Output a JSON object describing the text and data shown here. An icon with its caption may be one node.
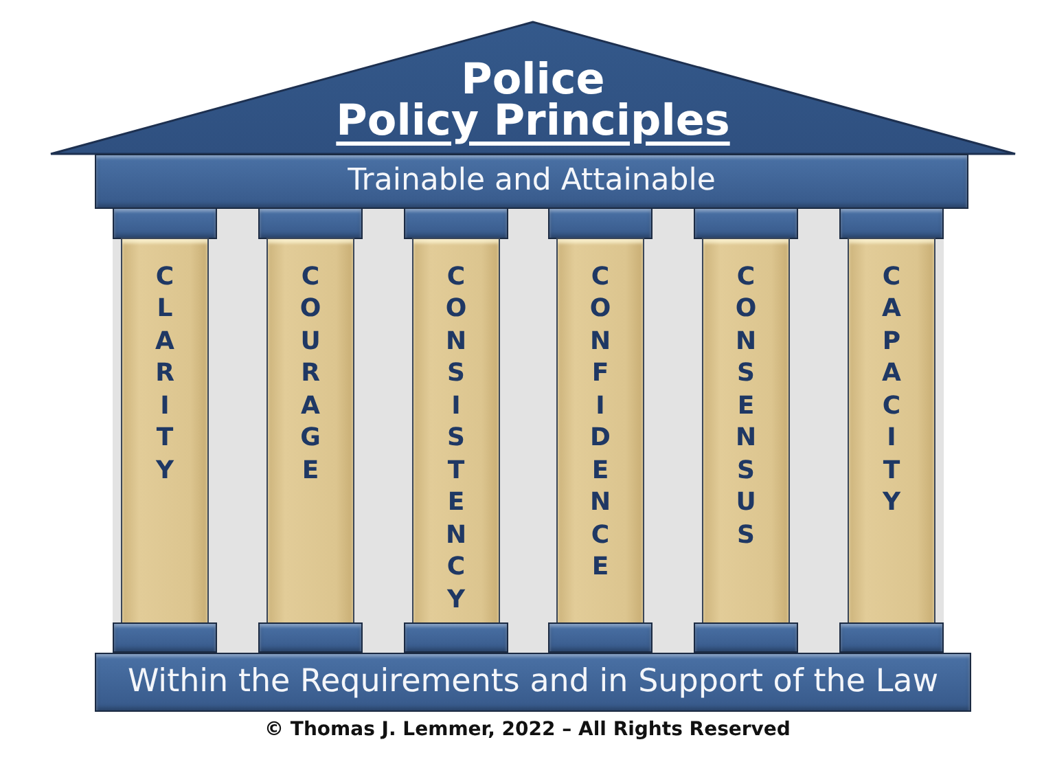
{
  "diagram": {
    "nodes": [
      {
        "text": [
          "Police",
          "Policy Principles"
        ]
      },
      {
        "text": [
          "Trainable and Attainable"
        ]
      },
      {
        "text": [],
        "shape": "box"
      },
      {
        "text": [],
        "shape": "box"
      },
      {
        "text": [],
        "shape": "box"
      },
      {
        "text": [],
        "shape": "box"
      },
      {
        "text": [],
        "shape": "box"
      },
      {
        "text": [],
        "shape": "box"
      },
      {
        "text": [
          "CLARITY"
        ]
      },
      {
        "text": [
          "COURAGE"
        ]
      },
      {
        "text": [
          "CONSISTENCY"
        ]
      },
      {
        "text": [
          "CONFIDENCE"
        ]
      },
      {
        "text": [
          "CONSENSUS"
        ]
      },
      {
        "text": [
          "CAPACITY"
        ]
      },
      {
        "text": [],
        "shape": "box"
      },
      {
        "text": [],
        "shape": "box"
      },
      {
        "text": [],
        "shape": "box"
      },
      {
        "text": [],
        "shape": "box"
      },
      {
        "text": [],
        "shape": "box"
      },
      {
        "text": [],
        "shape": "box"
      },
      {
        "text": [
          "Within the Requirements and in Support of the Law"
        ]
      }
    ],
    "labels": [
      "© Thomas J. Lemmer, 2022 – All Rights Reserved"
    ]
  }
}
